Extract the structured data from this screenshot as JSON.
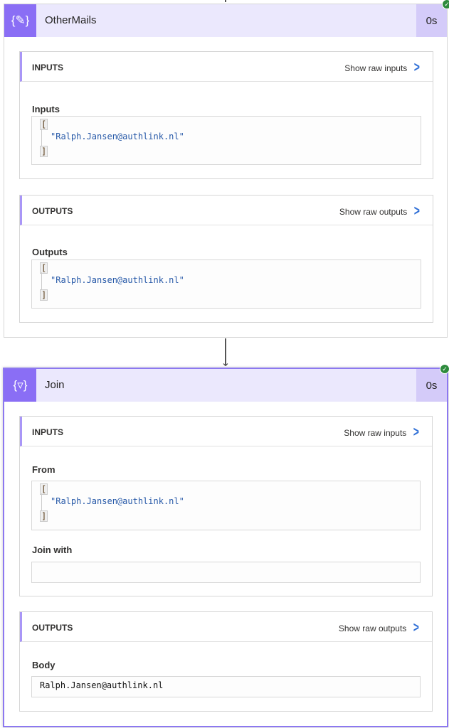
{
  "actions": [
    {
      "title": "OtherMails",
      "duration": "0s",
      "icon": "compose-braces-icon",
      "inputs": {
        "header": "INPUTS",
        "raw_link": "Show raw inputs",
        "field_label": "Inputs",
        "open": "[",
        "value": "\"Ralph.Jansen@authlink.nl\"",
        "close": "]"
      },
      "outputs": {
        "header": "OUTPUTS",
        "raw_link": "Show raw outputs",
        "field_label": "Outputs",
        "open": "[",
        "value": "\"Ralph.Jansen@authlink.nl\"",
        "close": "]"
      }
    },
    {
      "title": "Join",
      "duration": "0s",
      "icon": "filter-braces-icon",
      "inputs": {
        "header": "INPUTS",
        "raw_link": "Show raw inputs",
        "from_label": "From",
        "open": "[",
        "value": "\"Ralph.Jansen@authlink.nl\"",
        "close": "]",
        "join_with_label": "Join with",
        "join_with_value": ""
      },
      "outputs": {
        "header": "OUTPUTS",
        "raw_link": "Show raw outputs",
        "body_label": "Body",
        "body_value": "Ralph.Jansen@authlink.nl"
      }
    }
  ],
  "colors": {
    "accent": "#8a6ef5",
    "header_bg": "#ebe8fd",
    "success": "#2e8b3d",
    "link": "#2f6fd6"
  }
}
